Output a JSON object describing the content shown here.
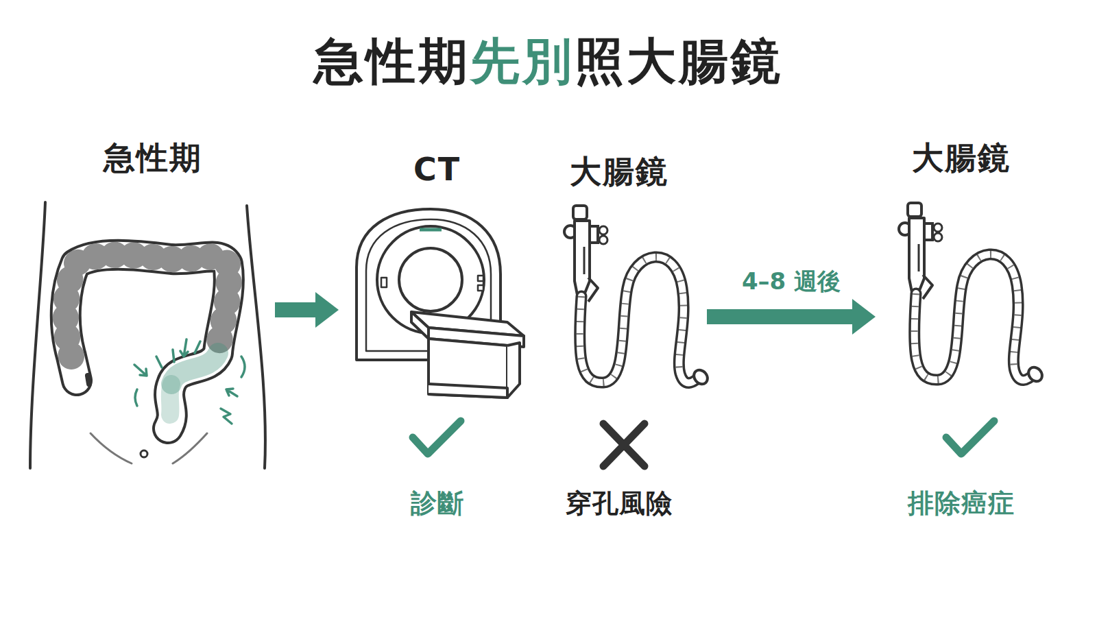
{
  "diagram": {
    "title": "急性期先別照大腸鏡",
    "nodes": [
      {
        "text": [
          "急性期"
        ]
      },
      {
        "text": [
          "CT",
          "診斷"
        ]
      },
      {
        "text": [
          "大腸鏡",
          "穿孔風險"
        ]
      },
      {
        "text": [
          "大腸鏡",
          "排除癌症"
        ]
      }
    ],
    "edges": [
      {
        "from": 0,
        "to": 1,
        "arrow": "to"
      },
      {
        "from": 2,
        "to": 3,
        "label": "4–8 週後",
        "arrow": "to"
      }
    ]
  }
}
